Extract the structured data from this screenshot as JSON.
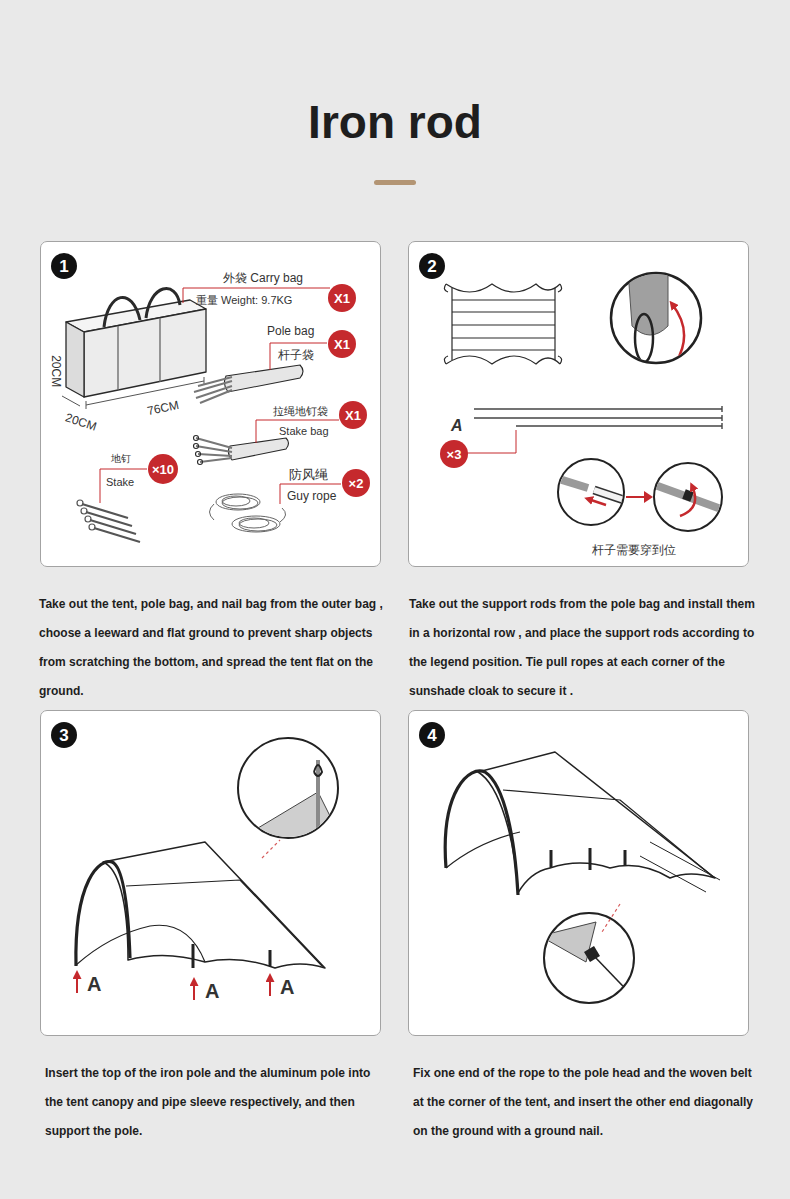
{
  "diagram": {
    "title": "Iron rod",
    "nodes": [
      {
        "text": [
          "Take out the tent, pole bag, and nail bag from the outer bag , choose a leeward and flat ground to prevent sharp objects from scratching the bottom, and spread the tent flat on the ground.",
          "外袋 Carry bag",
          "重量 Weight: 9.7KG",
          "Pole bag",
          "杆子袋",
          "拉绳地钉袋",
          "Stake bag",
          "地钉",
          "Stake",
          "防风绳",
          "Guy rope",
          "20CM",
          "76CM",
          "20CM"
        ]
      },
      {
        "text": [
          "1"
        ],
        "in": 0
      },
      {
        "text": [
          "X1"
        ],
        "in": 0
      },
      {
        "text": [
          "X1"
        ],
        "in": 0
      },
      {
        "text": [
          "X1"
        ],
        "in": 0
      },
      {
        "text": [
          "×10"
        ],
        "in": 0
      },
      {
        "text": [
          "×2"
        ],
        "in": 0
      },
      {
        "text": [
          "Take out the support rods from the pole bag and install them in a horizontal row , and place the support rods according to the legend position. Tie pull ropes at each corner of the sunshade cloak to secure it .",
          "A",
          "杆子需要穿到位"
        ]
      },
      {
        "text": [
          "2"
        ],
        "in": 7
      },
      {
        "text": [
          "×3"
        ],
        "in": 7
      },
      {
        "text": [
          "Insert the top of the iron pole and the aluminum pole into the tent canopy and pipe sleeve respectively, and then support the pole.",
          "A",
          "A",
          "A"
        ]
      },
      {
        "text": [
          "3"
        ],
        "in": 10
      },
      {
        "text": [
          "Fix one end of the rope to the pole head and the woven belt at the corner of the tent, and insert the other end diagonally on the ground with a ground nail."
        ]
      },
      {
        "text": [
          "4"
        ],
        "in": 12
      }
    ]
  }
}
